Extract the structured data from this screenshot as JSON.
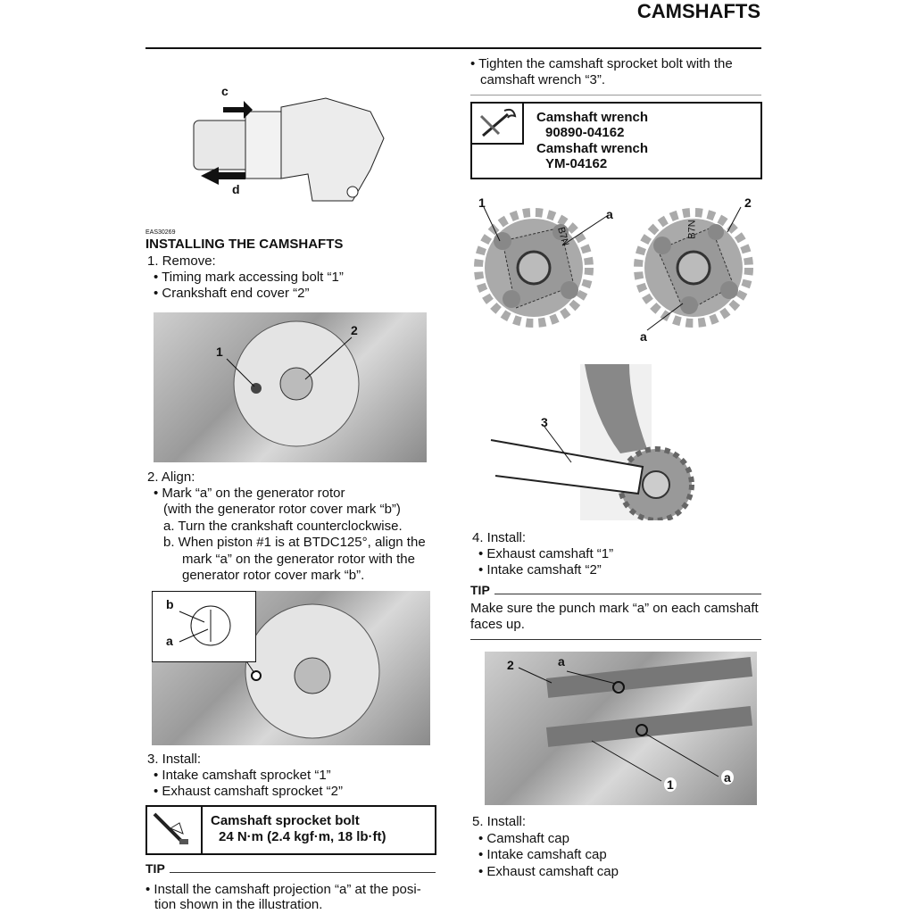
{
  "header": {
    "title": "CAMSHAFTS"
  },
  "left": {
    "fig1_labels": {
      "c": "c",
      "d": "d"
    },
    "ref_code": "EAS30269",
    "section_title": "INSTALLING THE CAMSHAFTS",
    "step1": {
      "title": "1.  Remove:",
      "items": [
        "• Timing mark accessing bolt “1”",
        "• Crankshaft end cover “2”"
      ]
    },
    "photo1_labels": {
      "one": "1",
      "two": "2"
    },
    "step2": {
      "title": "2.  Align:",
      "lines": [
        "• Mark “a” on the generator rotor",
        "(with the generator rotor cover mark “b”)",
        "a.  Turn the crankshaft counterclockwise.",
        "b.  When piston #1 is at BTDC125°, align the",
        "mark “a” on the generator rotor with the",
        "generator rotor cover mark “b”."
      ]
    },
    "photo2_labels": {
      "b": "b",
      "a": "a"
    },
    "step3": {
      "title": "3.  Install:",
      "items": [
        "• Intake camshaft sprocket “1”",
        "• Exhaust camshaft sprocket “2”"
      ]
    },
    "torque_box": {
      "line1": "Camshaft sprocket bolt",
      "line2": "24 N·m (2.4 kgf·m, 18 lb·ft)",
      "icon": "torque-wrench-icon"
    },
    "tip": {
      "label": "TIP",
      "lines": [
        "• Install the camshaft projection “a” at the posi-",
        "tion shown in the illustration."
      ]
    }
  },
  "right": {
    "intro": [
      "• Tighten the camshaft sprocket bolt with the",
      "camshaft wrench “3”."
    ],
    "tool_box": {
      "lines": [
        "Camshaft wrench",
        "90890-04162",
        "Camshaft wrench",
        "YM-04162"
      ],
      "icon": "special-tool-icon"
    },
    "sprocket_labels": {
      "one": "1",
      "a1": "a",
      "two": "2",
      "a2": "a",
      "mark1": "B7N",
      "mark2": "B7N"
    },
    "wrench_label": "3",
    "step4": {
      "title": "4.  Install:",
      "items": [
        "• Exhaust camshaft “1”",
        "• Intake camshaft “2”"
      ]
    },
    "tip": {
      "label": "TIP",
      "lines": [
        "Make sure the punch mark “a” on each camshaft",
        "faces up."
      ]
    },
    "engine_labels": {
      "two": "2",
      "a1": "a",
      "one": "1",
      "a2": "a"
    },
    "step5": {
      "title": "5.  Install:",
      "items": [
        "• Camshaft cap",
        "• Intake camshaft cap",
        "• Exhaust camshaft cap"
      ]
    }
  }
}
